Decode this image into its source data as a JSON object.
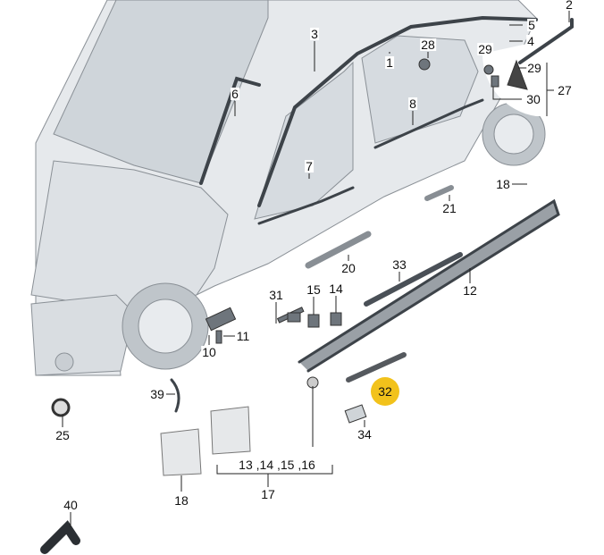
{
  "diagram": {
    "highlight_color": "#f2c21b",
    "callouts": {
      "c2": "2",
      "c5": "5",
      "c4": "4",
      "c29a": "29",
      "c28": "28",
      "c3": "3",
      "c1": "1",
      "c6": "6",
      "c29b": "29",
      "c30": "30",
      "c27": "27",
      "c8": "8",
      "c7": "7",
      "c18a": "18",
      "c21": "21",
      "c20": "20",
      "c33": "33",
      "c12": "12",
      "c31": "31",
      "c15": "15",
      "c14": "14",
      "c11": "11",
      "c10": "10",
      "c39": "39",
      "c32": "32",
      "c34": "34",
      "c25": "25",
      "c13_16": "13 ,14 ,15 ,16",
      "c17": "17",
      "c18b": "18",
      "c40": "40"
    }
  }
}
